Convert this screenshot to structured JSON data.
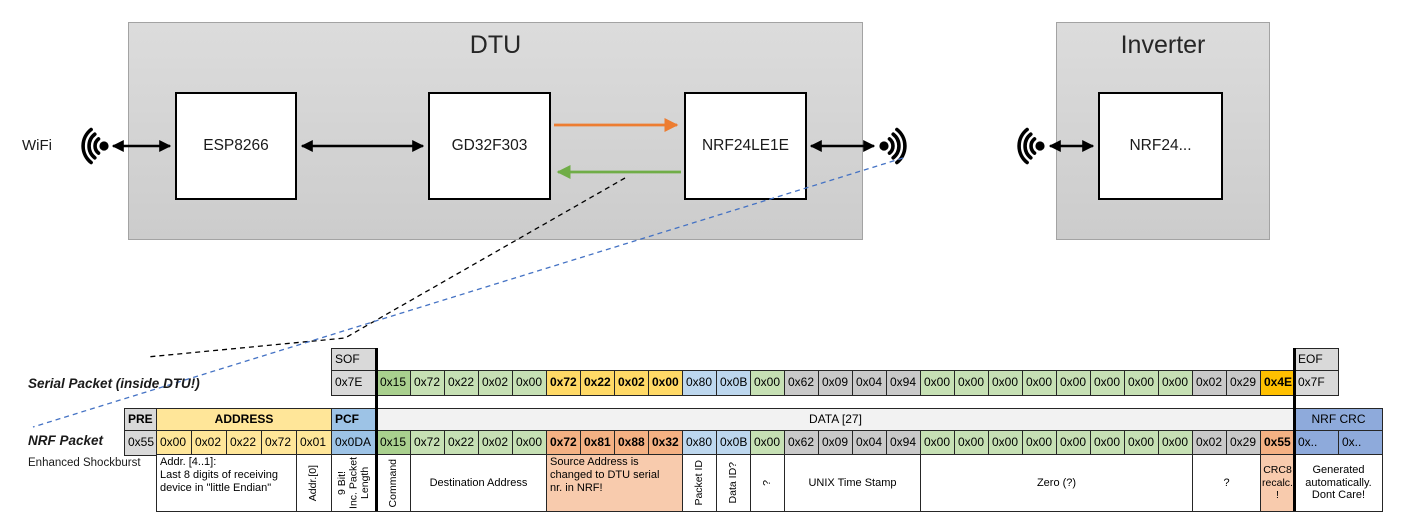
{
  "colors": {
    "green_dark": "#A9D08E",
    "green": "#C6E0B4",
    "yellow": "#FFD966",
    "amber": "#FFC000",
    "salmon": "#F4B183",
    "salmon_light": "#F8CBAD",
    "blue_light": "#BDD7EE",
    "blue_med": "#9DC3E6",
    "blue_crc": "#8EAADB",
    "gray": "#C9C9C9",
    "frame_gray": "#D9D9D9",
    "data_header_bg": "#F2F2F2",
    "addr_yellow": "#FFE699",
    "arrow_orange": "#ED7D31",
    "arrow_green": "#70AD47",
    "dashed_blue": "#4472C4",
    "box_gray": "#D6D6D6"
  },
  "diagram": {
    "dtu_label": "DTU",
    "inverter_label": "Inverter",
    "wifi_label": "WiFi",
    "components": {
      "esp": "ESP8266",
      "gd32": "GD32F303",
      "nrf_dtu": "NRF24LE1E",
      "nrf_inv": "NRF24..."
    }
  },
  "serial_packet": {
    "label": "Serial Packet (inside DTU!)",
    "sof_header": "SOF",
    "sof_value": "0x7E",
    "eof_header": "EOF",
    "eof_value": "0x7F",
    "bytes": [
      {
        "v": "0x15",
        "c": "green_dark"
      },
      {
        "v": "0x72",
        "c": "green"
      },
      {
        "v": "0x22",
        "c": "green"
      },
      {
        "v": "0x02",
        "c": "green"
      },
      {
        "v": "0x00",
        "c": "green"
      },
      {
        "v": "0x72",
        "c": "yellow",
        "bold": true
      },
      {
        "v": "0x22",
        "c": "yellow",
        "bold": true
      },
      {
        "v": "0x02",
        "c": "yellow",
        "bold": true
      },
      {
        "v": "0x00",
        "c": "yellow",
        "bold": true
      },
      {
        "v": "0x80",
        "c": "blue_light"
      },
      {
        "v": "0x0B",
        "c": "blue_light"
      },
      {
        "v": "0x00",
        "c": "green"
      },
      {
        "v": "0x62",
        "c": "gray"
      },
      {
        "v": "0x09",
        "c": "gray"
      },
      {
        "v": "0x04",
        "c": "gray"
      },
      {
        "v": "0x94",
        "c": "gray"
      },
      {
        "v": "0x00",
        "c": "green"
      },
      {
        "v": "0x00",
        "c": "green"
      },
      {
        "v": "0x00",
        "c": "green"
      },
      {
        "v": "0x00",
        "c": "green"
      },
      {
        "v": "0x00",
        "c": "green"
      },
      {
        "v": "0x00",
        "c": "green"
      },
      {
        "v": "0x00",
        "c": "green"
      },
      {
        "v": "0x00",
        "c": "green"
      },
      {
        "v": "0x02",
        "c": "gray"
      },
      {
        "v": "0x29",
        "c": "gray"
      },
      {
        "v": "0x4E",
        "c": "amber",
        "bold": true
      }
    ]
  },
  "nrf_packet": {
    "label": "NRF Packet",
    "sublabel": "Enhanced Shockburst",
    "pre_header": "PRE",
    "pre_value": "0x55",
    "address_header": "ADDRESS",
    "address_values": [
      "0x00",
      "0x02",
      "0x22",
      "0x72",
      "0x01"
    ],
    "pcf_header": "PCF",
    "pcf_value": "0x0DA",
    "data_header": "DATA [27]",
    "bytes": [
      {
        "v": "0x15",
        "c": "green_dark"
      },
      {
        "v": "0x72",
        "c": "green"
      },
      {
        "v": "0x22",
        "c": "green"
      },
      {
        "v": "0x02",
        "c": "green"
      },
      {
        "v": "0x00",
        "c": "green"
      },
      {
        "v": "0x72",
        "c": "salmon",
        "bold": true
      },
      {
        "v": "0x81",
        "c": "salmon",
        "bold": true
      },
      {
        "v": "0x88",
        "c": "salmon",
        "bold": true
      },
      {
        "v": "0x32",
        "c": "salmon",
        "bold": true
      },
      {
        "v": "0x80",
        "c": "blue_light"
      },
      {
        "v": "0x0B",
        "c": "blue_light"
      },
      {
        "v": "0x00",
        "c": "green"
      },
      {
        "v": "0x62",
        "c": "gray"
      },
      {
        "v": "0x09",
        "c": "gray"
      },
      {
        "v": "0x04",
        "c": "gray"
      },
      {
        "v": "0x94",
        "c": "gray"
      },
      {
        "v": "0x00",
        "c": "green"
      },
      {
        "v": "0x00",
        "c": "green"
      },
      {
        "v": "0x00",
        "c": "green"
      },
      {
        "v": "0x00",
        "c": "green"
      },
      {
        "v": "0x00",
        "c": "green"
      },
      {
        "v": "0x00",
        "c": "green"
      },
      {
        "v": "0x00",
        "c": "green"
      },
      {
        "v": "0x00",
        "c": "green"
      },
      {
        "v": "0x02",
        "c": "gray"
      },
      {
        "v": "0x29",
        "c": "gray"
      },
      {
        "v": "0x55",
        "c": "salmon",
        "bold": true
      }
    ],
    "crc_header": "NRF CRC",
    "crc_values": [
      "0x..",
      "0x.."
    ]
  },
  "annotations": [
    {
      "area": "addr",
      "start": 1,
      "end": 4,
      "text": "Addr. [4..1]:\nLast 8 digits of receiving\ndevice in \"little Endian\"",
      "align": "left",
      "valign": "top"
    },
    {
      "area": "addr",
      "start": 5,
      "end": 5,
      "text": "Addr.[0]",
      "vertical": true
    },
    {
      "area": "pcf",
      "start": 1,
      "end": 1,
      "text": "9 Bit!\nInc. Packet\nLength",
      "vertical": true
    },
    {
      "area": "data",
      "start": 1,
      "end": 1,
      "text": "Command",
      "vertical": true
    },
    {
      "area": "data",
      "start": 2,
      "end": 5,
      "text": "Destination Address"
    },
    {
      "area": "data",
      "start": 6,
      "end": 9,
      "text": "Source Address is\nchanged to DTU serial\nnr. in NRF!",
      "bg": "salmon_light",
      "align": "left",
      "valign": "top"
    },
    {
      "area": "data",
      "start": 10,
      "end": 10,
      "text": "Packet ID",
      "vertical": true
    },
    {
      "area": "data",
      "start": 11,
      "end": 11,
      "text": "Data ID?",
      "vertical": true
    },
    {
      "area": "data",
      "start": 12,
      "end": 12,
      "text": "?",
      "vertical": true
    },
    {
      "area": "data",
      "start": 13,
      "end": 16,
      "text": "UNIX Time Stamp"
    },
    {
      "area": "data",
      "start": 17,
      "end": 24,
      "text": "Zero (?)"
    },
    {
      "area": "data",
      "start": 25,
      "end": 26,
      "text": "?"
    },
    {
      "area": "data",
      "start": 27,
      "end": 27,
      "text": "CRC8\nrecalc.\n!",
      "bg": "salmon_light",
      "fs": 10.5
    },
    {
      "area": "crc",
      "start": 1,
      "end": 2,
      "text": "Generated\nautomatically.\nDont Care!"
    }
  ]
}
